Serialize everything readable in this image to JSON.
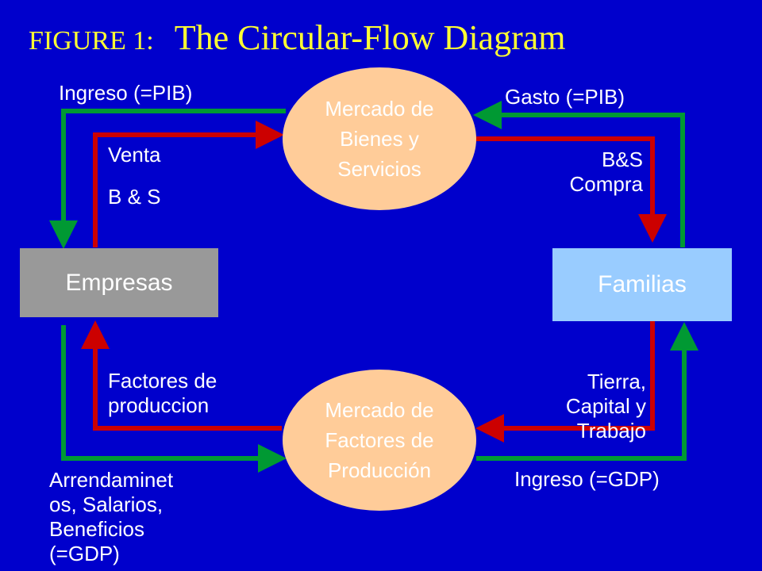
{
  "title": {
    "figure": "FIGURE 1:",
    "main": "The Circular-Flow Diagram"
  },
  "nodes": {
    "empresas": "Empresas",
    "familias": "Familias",
    "goods_market": "Mercado de\nBienes y\nServicios",
    "factor_market": "Mercado de\nFactores de\nProducción"
  },
  "labels": {
    "ingreso_pib": "Ingreso  (=PIB)",
    "gasto_pib": "Gasto (=PIB)",
    "venta": "Venta",
    "bs": "B & S",
    "bs_compra": "B&S\nCompra",
    "factores": "Factores de\nproduccion",
    "tierra": "Tierra,\nCapital y\nTrabajo",
    "ingreso_gdp": "Ingreso (=GDP)",
    "arrendamientos": "Arrendaminet\nos, Salarios,\nBeneficios\n(=GDP)"
  },
  "colors": {
    "background": "#0000cc",
    "title": "#ffff33",
    "money_flow": "#009933",
    "goods_flow": "#cc0000",
    "empresas_box": "#999999",
    "familias_box": "#99ccff",
    "market_oval": "#ffcc99"
  }
}
